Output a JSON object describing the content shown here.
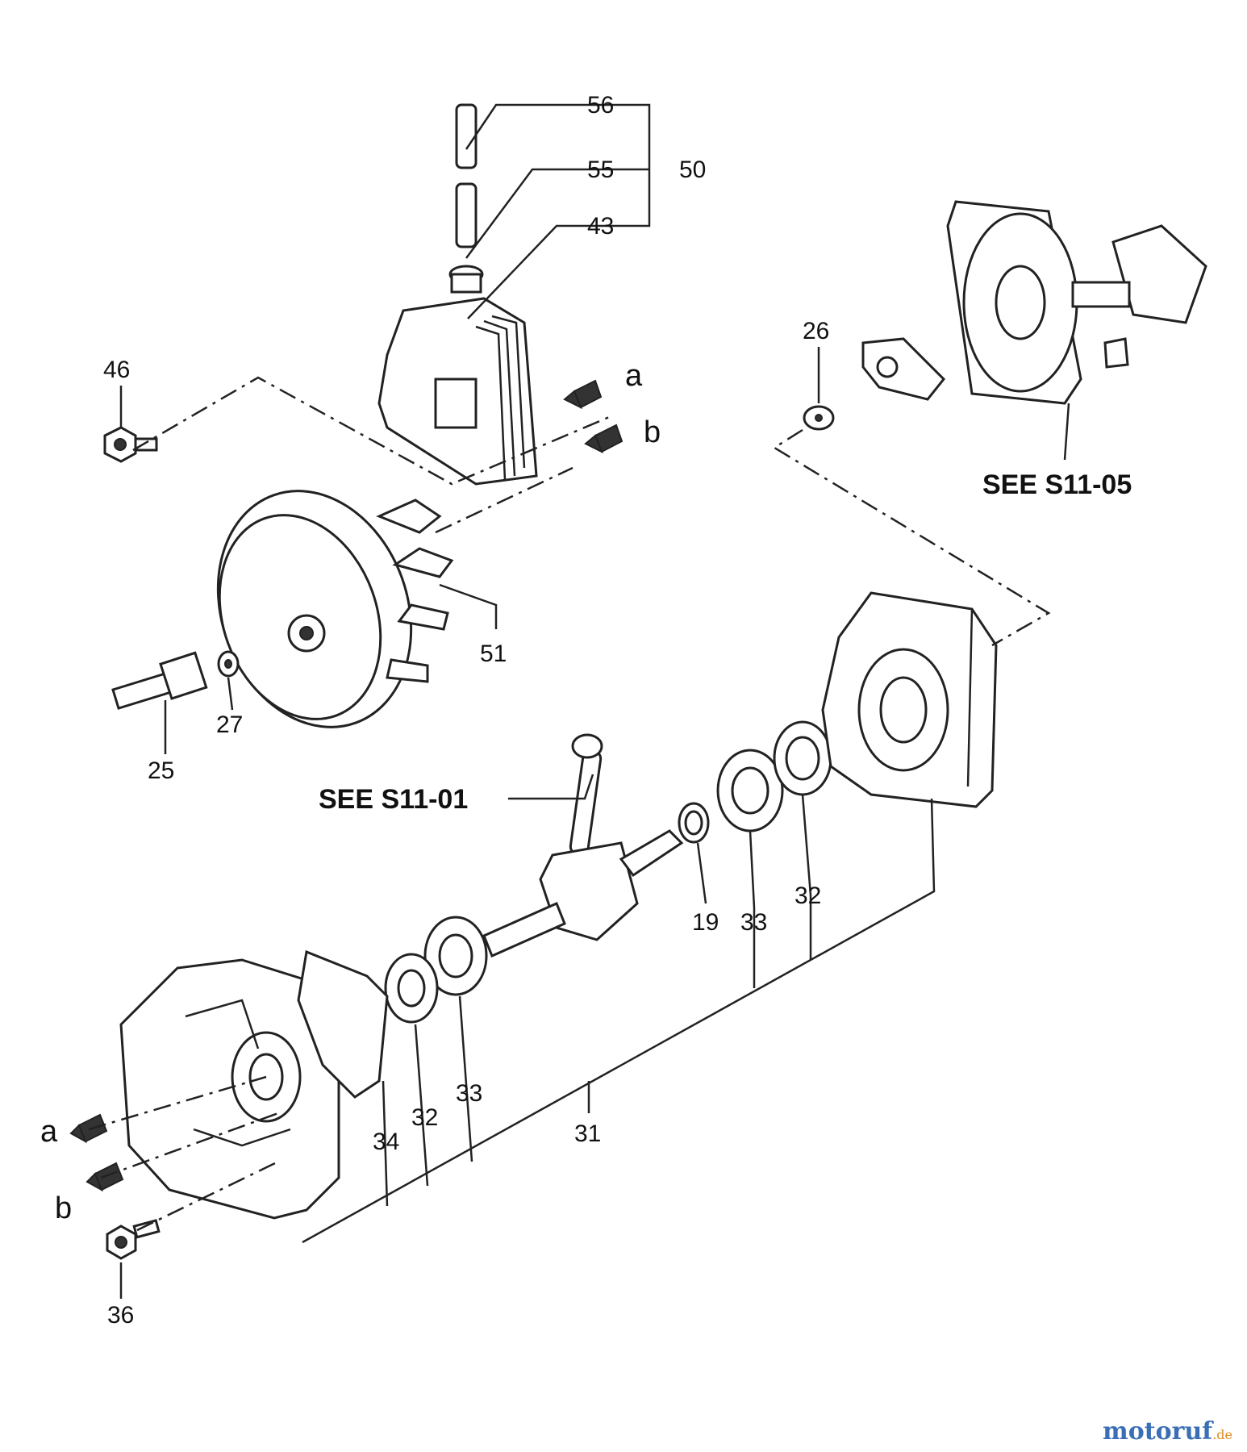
{
  "callouts": {
    "p56": "56",
    "p55": "55",
    "p50": "50",
    "p43": "43",
    "p46": "46",
    "p26": "26",
    "p51": "51",
    "p27": "27",
    "p25": "25",
    "p19": "19",
    "p33a": "33",
    "p32a": "32",
    "p33b": "33",
    "p32b": "32",
    "p34": "34",
    "p31": "31",
    "p36": "36"
  },
  "references": {
    "s1105": "SEE S11-05",
    "s1101": "SEE S11-01"
  },
  "arrows": {
    "top_a": "a",
    "top_b": "b",
    "bottom_a": "a",
    "bottom_b": "b"
  },
  "watermark": {
    "main": "motoruf",
    "tld": ".de"
  }
}
